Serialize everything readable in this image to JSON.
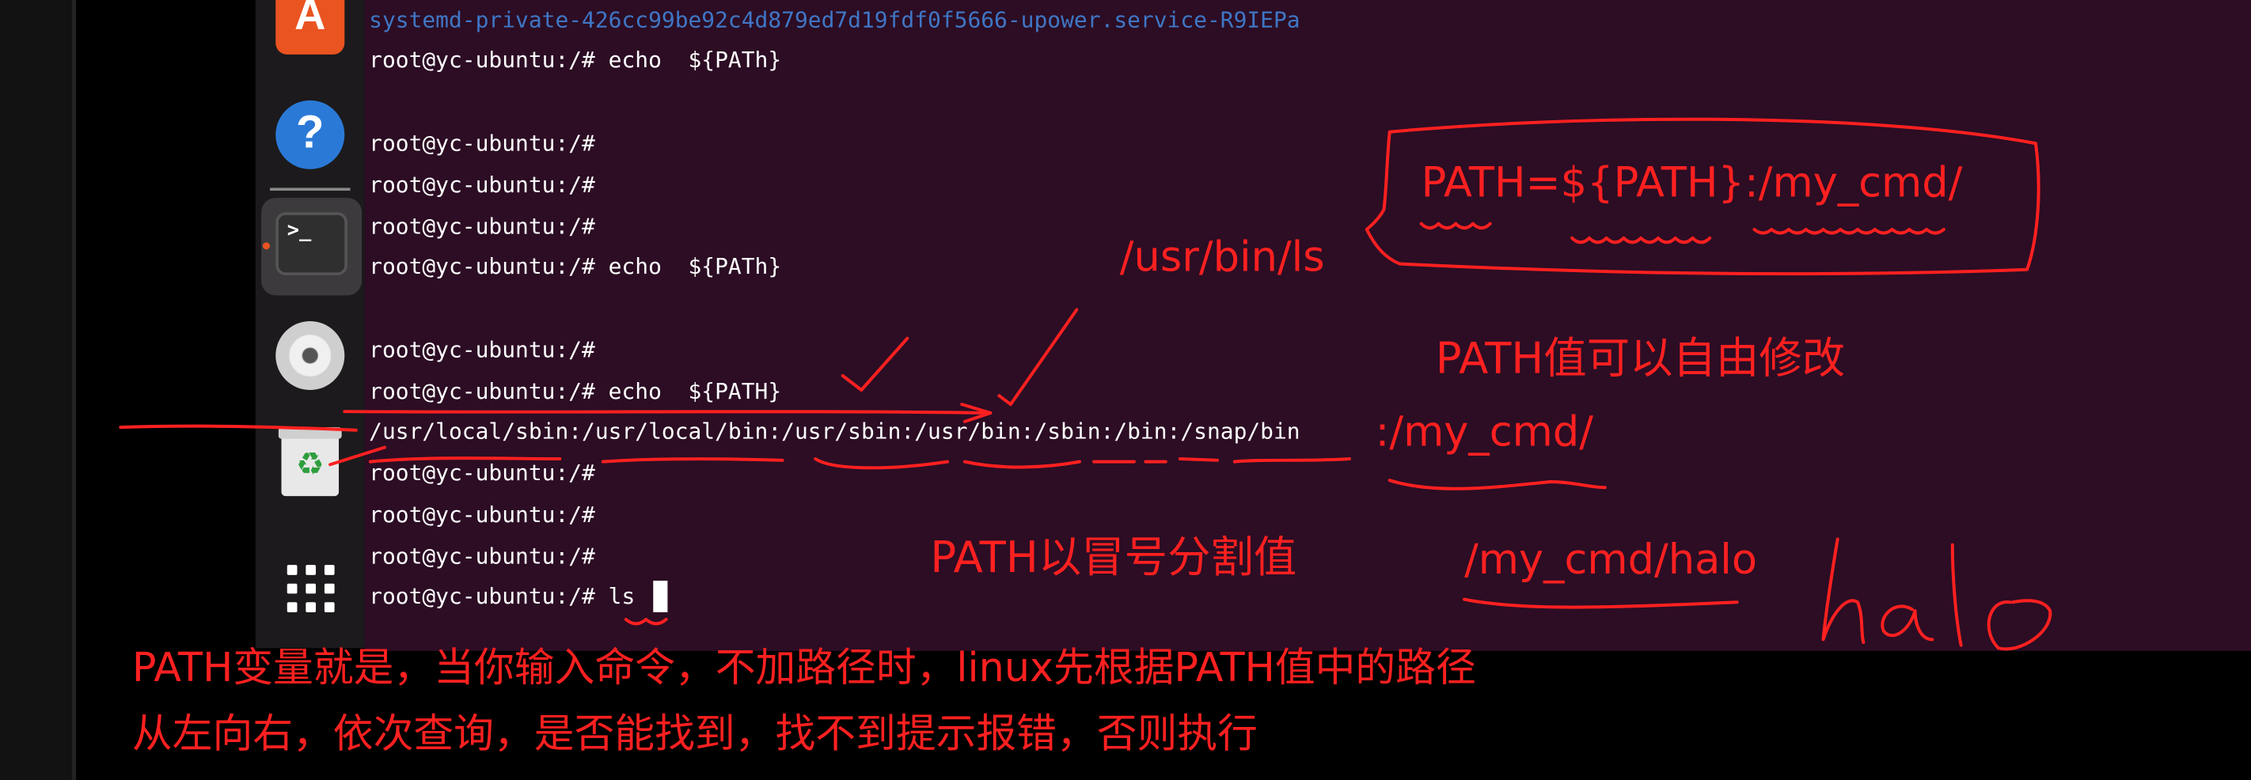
{
  "colors": {
    "terminal_bg": "#2c0d24",
    "dock_bg": "#1c1a1c",
    "annotation": "#ff2020",
    "terminal_text": "#ffffff",
    "dir_listing": "#3f76c5",
    "ubuntu_orange": "#e95420"
  },
  "dock": {
    "icons": [
      "app-store-icon",
      "help-icon",
      "terminal-icon",
      "disc-icon",
      "trash-icon",
      "app-grid-icon"
    ],
    "store_glyph": "A",
    "help_glyph": "?",
    "terminal_glyph": ">_",
    "trash_glyph": "♻"
  },
  "terminal": {
    "lines": [
      "systemd-private-426cc99be92c4d879ed7d19fdf0f5666-upower.service-R9IEPa",
      "root@yc-ubuntu:/# echo  ${PATh}",
      "",
      "root@yc-ubuntu:/#",
      "root@yc-ubuntu:/#",
      "root@yc-ubuntu:/#",
      "root@yc-ubuntu:/# echo  ${PATh}",
      "",
      "root@yc-ubuntu:/#",
      "root@yc-ubuntu:/# echo  ${PATH}",
      "/usr/local/sbin:/usr/local/bin:/usr/sbin:/usr/bin:/sbin:/bin:/snap/bin",
      "root@yc-ubuntu:/#",
      "root@yc-ubuntu:/#",
      "root@yc-ubuntu:/#",
      "root@yc-ubuntu:/# ls"
    ]
  },
  "annotations": {
    "path_assign": "PATH=${PATH}:/my_cmd/",
    "usr_bin_ls": "/usr/bin/ls",
    "path_modifiable": "PATH值可以自由修改",
    "my_cmd_suffix": ":/my_cmd/",
    "colon_separated": "PATH以冒号分割值",
    "my_cmd_halo": "/my_cmd/halo",
    "halo_handwritten": "halo",
    "explanation_line1": "PATH变量就是，当你输入命令，不加路径时，linux先根据PATH值中的路径",
    "explanation_line2": "从左向右，依次查询，是否能找到，找不到提示报错，否则执行"
  }
}
